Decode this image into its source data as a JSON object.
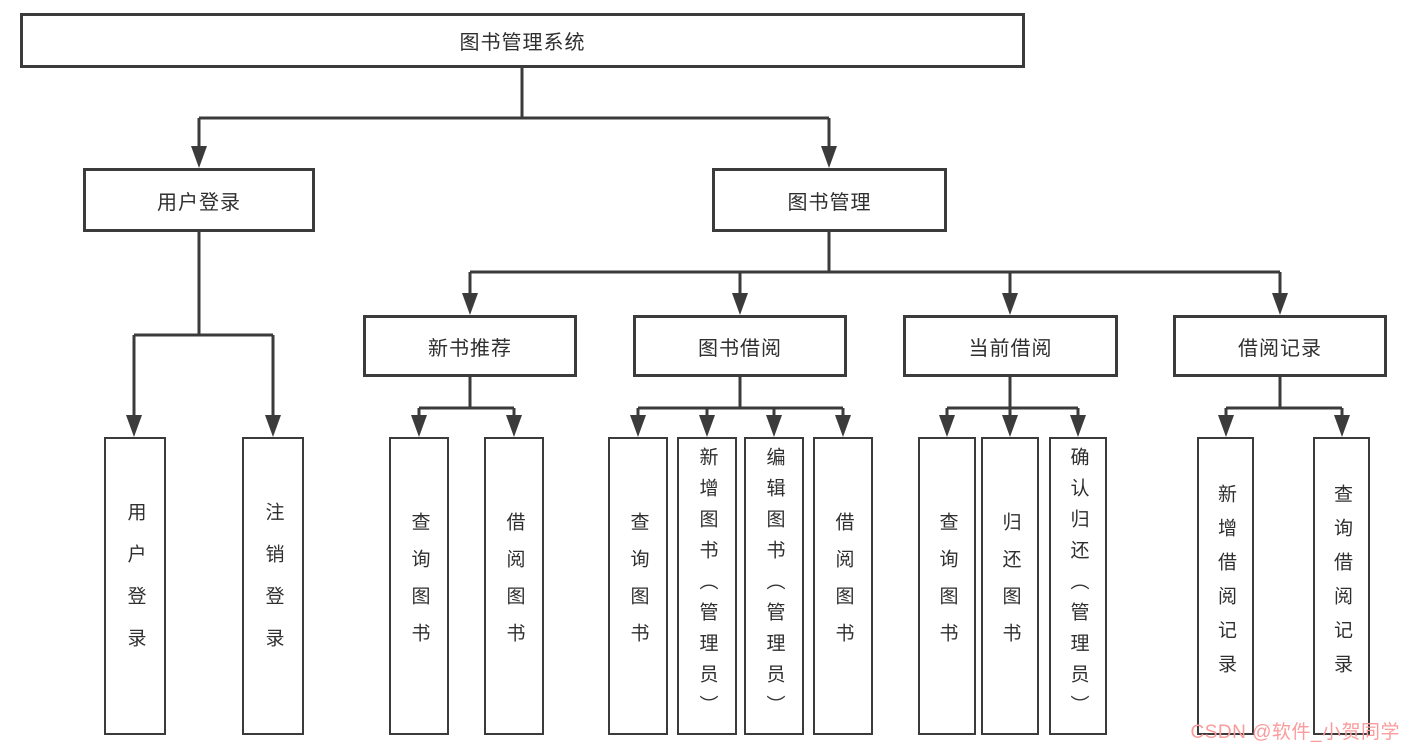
{
  "diagram": {
    "root": {
      "label": "图书管理系统"
    },
    "branches": [
      {
        "label": "用户登录",
        "leaves": [
          {
            "label": "用户登录"
          },
          {
            "label": "注销登录"
          }
        ]
      },
      {
        "label": "图书管理",
        "groups": [
          {
            "label": "新书推荐",
            "leaves": [
              {
                "label": "查询图书"
              },
              {
                "label": "借阅图书"
              }
            ]
          },
          {
            "label": "图书借阅",
            "leaves": [
              {
                "label": "查询图书"
              },
              {
                "label": "新增图书（管理员）"
              },
              {
                "label": "编辑图书（管理员）"
              },
              {
                "label": "借阅图书"
              }
            ]
          },
          {
            "label": "当前借阅",
            "leaves": [
              {
                "label": "查询图书"
              },
              {
                "label": "归还图书"
              },
              {
                "label": "确认归还（管理员）"
              }
            ]
          },
          {
            "label": "借阅记录",
            "leaves": [
              {
                "label": "新增借阅记录"
              },
              {
                "label": "查询借阅记录"
              }
            ]
          }
        ]
      }
    ]
  },
  "watermark": {
    "text": "CSDN @软件_小贺同学"
  },
  "colors": {
    "line": "#3b3b3b",
    "border": "#3b3b3b",
    "text": "#2f2f2f",
    "watermark": "#fb9b9b",
    "background": "#ffffff"
  }
}
